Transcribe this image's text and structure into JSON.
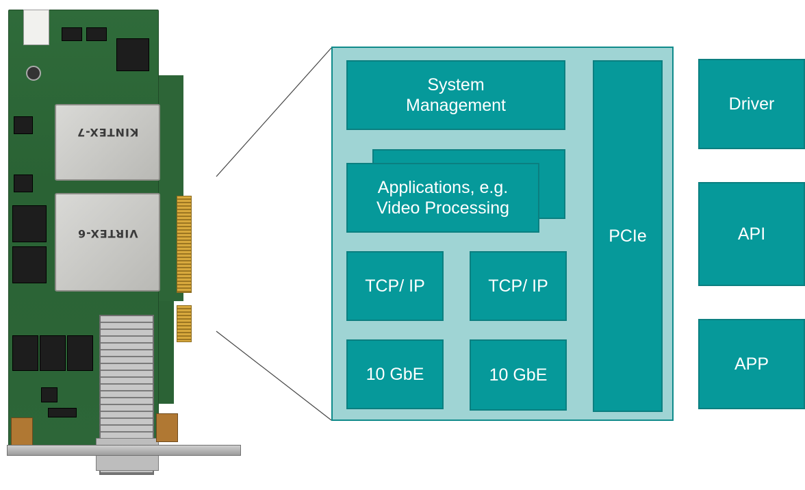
{
  "photo": {
    "chip_top_brand": "KINTEX-7",
    "chip_bottom_brand": "VIRTEX-6"
  },
  "diagram": {
    "system_management": "System\nManagement",
    "applications_back": "",
    "applications": "Applications, e.g.\nVideo Processing",
    "tcp_ip_1": "TCP/ IP",
    "tcp_ip_2": "TCP/ IP",
    "gbe_1": "10 GbE",
    "gbe_2": "10 GbE",
    "pcie": "PCIe"
  },
  "host": {
    "driver": "Driver",
    "api": "API",
    "app": "APP"
  },
  "colors": {
    "block_fill": "#06999a",
    "panel_fill": "#9fd4d4",
    "border": "#0b7f80"
  }
}
